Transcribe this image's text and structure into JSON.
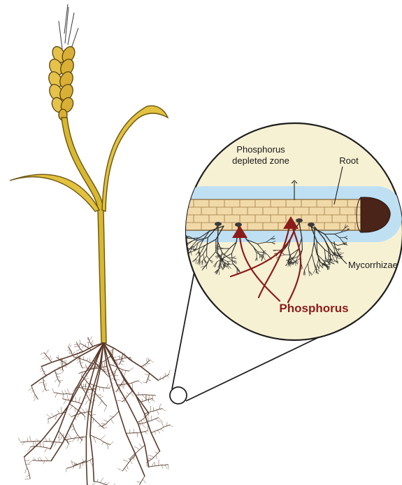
{
  "diagram": {
    "labels": {
      "depleted_zone_line1": "Phosphorus",
      "depleted_zone_line2": "depleted zone",
      "root": "Root",
      "mycorrhizae": "Mycorrhizae",
      "phosphorus": "Phosphorus"
    },
    "colors": {
      "stem": "#d8b830",
      "stem_outline": "#6b5410",
      "grain": "#e6c24a",
      "roots": "#5a3a2a",
      "inset_background": "#f7f1d4",
      "depletion_zone": "#bfe0f3",
      "root_cells": "#f2d9a8",
      "root_tip": "#4a2418",
      "hyphae": "#2b2b2b",
      "phosphorus": "#8b1c1c",
      "outline": "#1f1f1f"
    },
    "icons": [
      "wheat-plant-icon",
      "magnifier-circle-icon",
      "root-cross-section-icon"
    ]
  }
}
